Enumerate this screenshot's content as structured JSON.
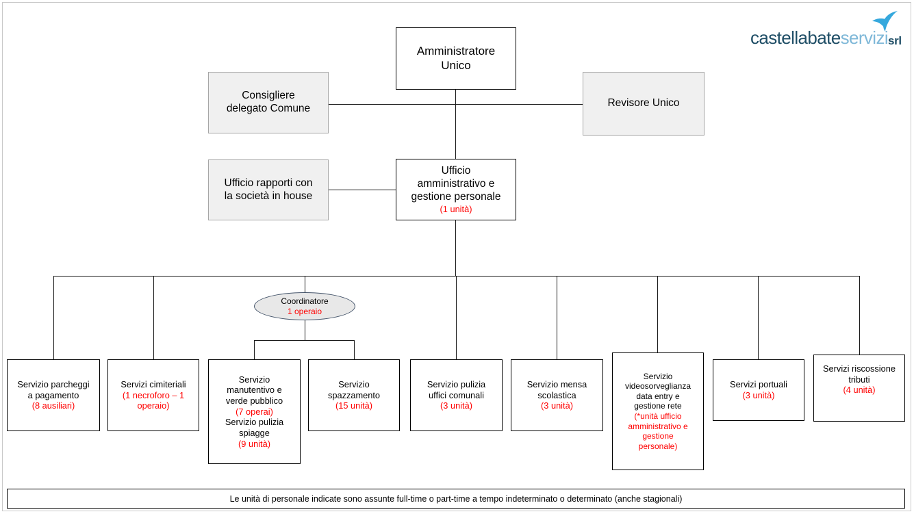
{
  "document": {
    "title": "Organigramma Castellabate Servizi srl"
  },
  "logo": {
    "word1": "castellabate",
    "word2": "servizi",
    "word3": "srl",
    "mark": "leaf-icon",
    "color_dark": "#1f4e66",
    "color_light": "#7fb8d8"
  },
  "colors": {
    "note_red": "#ff0000",
    "box_fill_white": "#ffffff",
    "box_fill_grey": "#f0f0f0",
    "border_black": "#000000",
    "ellipse_border": "#44546a",
    "ellipse_fill": "#e8e8e8"
  },
  "nodes": {
    "amministratore_unico": {
      "lines": [
        {
          "text": "Amministratore",
          "color": "black"
        },
        {
          "text": "Unico",
          "color": "black"
        }
      ]
    },
    "consigliere_delegato": {
      "lines": [
        {
          "text": "Consigliere",
          "color": "black"
        },
        {
          "text": "delegato Comune",
          "color": "black"
        }
      ]
    },
    "revisore_unico": {
      "lines": [
        {
          "text": "Revisore Unico",
          "color": "black"
        }
      ]
    },
    "ufficio_rapporti": {
      "lines": [
        {
          "text": "Ufficio rapporti con",
          "color": "black"
        },
        {
          "text": "la società in house",
          "color": "black"
        }
      ]
    },
    "ufficio_amministrativo": {
      "lines": [
        {
          "text": "Ufficio",
          "color": "black"
        },
        {
          "text": "amministrativo e",
          "color": "black"
        },
        {
          "text": "gestione personale",
          "color": "black"
        },
        {
          "text": "(1 unità)",
          "color": "red"
        }
      ]
    },
    "coordinatore": {
      "lines": [
        {
          "text": "Coordinatore",
          "color": "black"
        },
        {
          "text": "1 operaio",
          "color": "red"
        }
      ]
    },
    "servizio_parcheggi": {
      "lines": [
        {
          "text": "Servizio parcheggi",
          "color": "black"
        },
        {
          "text": "a pagamento",
          "color": "black"
        },
        {
          "text": "(8 ausiliari)",
          "color": "red"
        }
      ]
    },
    "servizi_cimiteriali": {
      "lines": [
        {
          "text": "Servizi cimiteriali",
          "color": "black"
        },
        {
          "text": "(1 necroforo – 1",
          "color": "red"
        },
        {
          "text": "operaio)",
          "color": "red"
        }
      ]
    },
    "servizio_manutentivo": {
      "lines": [
        {
          "text": "Servizio",
          "color": "black"
        },
        {
          "text": "manutentivo e",
          "color": "black"
        },
        {
          "text": "verde pubblico",
          "color": "black"
        },
        {
          "text": "(7 operai)",
          "color": "red"
        },
        {
          "text": "Servizio pulizia",
          "color": "black"
        },
        {
          "text": "spiagge",
          "color": "black"
        },
        {
          "text": "(9 unità)",
          "color": "red"
        }
      ]
    },
    "servizio_spazzamento": {
      "lines": [
        {
          "text": "Servizio",
          "color": "black"
        },
        {
          "text": "spazzamento",
          "color": "black"
        },
        {
          "text": "(15 unità)",
          "color": "red"
        }
      ]
    },
    "servizio_pulizia_uffici": {
      "lines": [
        {
          "text": "Servizio pulizia",
          "color": "black"
        },
        {
          "text": "uffici comunali",
          "color": "black"
        },
        {
          "text": "(3 unità)",
          "color": "red"
        }
      ]
    },
    "servizio_mensa": {
      "lines": [
        {
          "text": "Servizio mensa",
          "color": "black"
        },
        {
          "text": "scolastica",
          "color": "black"
        },
        {
          "text": "(3 unità)",
          "color": "red"
        }
      ]
    },
    "servizio_videosorveglianza": {
      "lines": [
        {
          "text": "Servizio",
          "color": "black"
        },
        {
          "text": "videosorveglianza",
          "color": "black"
        },
        {
          "text": "data entry e",
          "color": "black"
        },
        {
          "text": "gestione rete",
          "color": "black"
        },
        {
          "text": "(*unità ufficio",
          "color": "red"
        },
        {
          "text": "amministrativo e",
          "color": "red"
        },
        {
          "text": "gestione",
          "color": "red"
        },
        {
          "text": "personale)",
          "color": "red"
        }
      ]
    },
    "servizi_portuali": {
      "lines": [
        {
          "text": "Servizi portuali",
          "color": "black"
        },
        {
          "text": "(3 unità)",
          "color": "red"
        }
      ]
    },
    "servizi_riscossione": {
      "lines": [
        {
          "text": "Servizi riscossione",
          "color": "black"
        },
        {
          "text": "tributi",
          "color": "black"
        },
        {
          "text": "(4 unità)",
          "color": "red"
        }
      ]
    }
  },
  "footer": {
    "note": "Le unità di personale indicate sono assunte full-time o part-time a tempo indeterminato o determinato (anche stagionali)"
  }
}
